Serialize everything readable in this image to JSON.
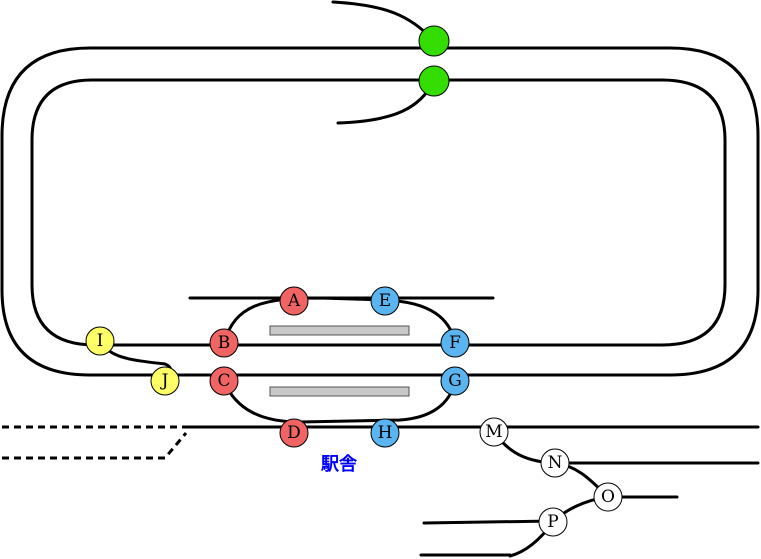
{
  "colors": {
    "red": "#f06464",
    "blue": "#5ab4f0",
    "yellow": "#ffff66",
    "white": "#ffffff",
    "green": "#33dd00",
    "station_text": "#0000ff"
  },
  "station_label": "駅舎",
  "switches": [
    {
      "id": "A",
      "label": "A",
      "color": "red"
    },
    {
      "id": "B",
      "label": "B",
      "color": "red"
    },
    {
      "id": "C",
      "label": "C",
      "color": "red"
    },
    {
      "id": "D",
      "label": "D",
      "color": "red"
    },
    {
      "id": "E",
      "label": "E",
      "color": "blue"
    },
    {
      "id": "F",
      "label": "F",
      "color": "blue"
    },
    {
      "id": "G",
      "label": "G",
      "color": "blue"
    },
    {
      "id": "H",
      "label": "H",
      "color": "blue"
    },
    {
      "id": "I",
      "label": "I",
      "color": "yellow"
    },
    {
      "id": "J",
      "label": "J",
      "color": "yellow"
    },
    {
      "id": "M",
      "label": "M",
      "color": "white"
    },
    {
      "id": "N",
      "label": "N",
      "color": "white"
    },
    {
      "id": "O",
      "label": "O",
      "color": "white"
    },
    {
      "id": "P",
      "label": "P",
      "color": "white"
    },
    {
      "id": "green-top",
      "label": "",
      "color": "green"
    },
    {
      "id": "green-bottom",
      "label": "",
      "color": "green"
    }
  ]
}
